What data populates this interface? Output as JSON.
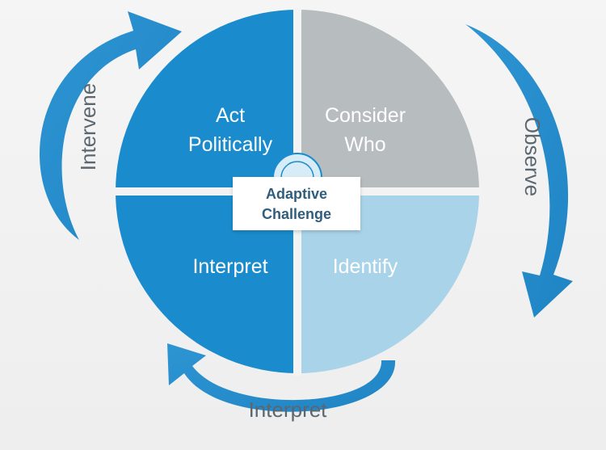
{
  "diagram": {
    "center": {
      "line1": "Adaptive",
      "line2": "Challenge"
    },
    "quadrants": {
      "top_left": {
        "line1": "Act",
        "line2": "Politically",
        "color": "#1a8ccd"
      },
      "top_right": {
        "line1": "Consider",
        "line2": "Who",
        "color": "#b7bcbf"
      },
      "bottom_left": {
        "line1": "Interpret",
        "color": "#1a8ccd"
      },
      "bottom_right": {
        "line1": "Identify",
        "color": "#a8d3e9"
      }
    },
    "cycle": {
      "left": "Intervene",
      "right": "Observe",
      "bottom": "Interpret",
      "arrow_color": "#1f84c4"
    }
  }
}
